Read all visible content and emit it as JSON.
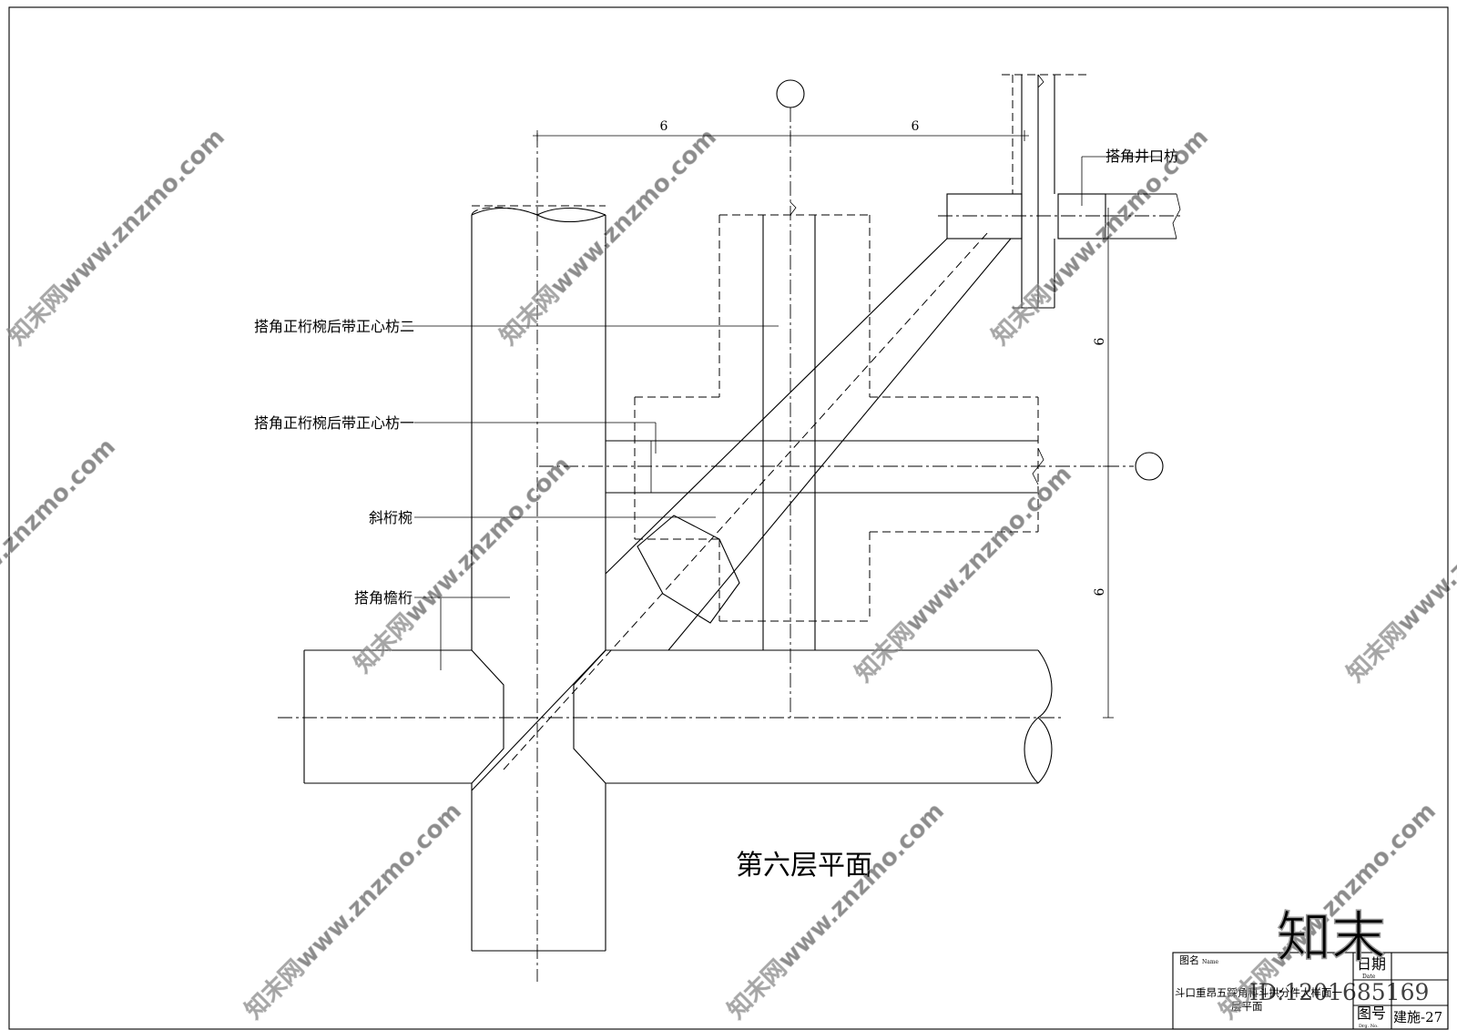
{
  "drawing": {
    "title": "第六层平面",
    "dimensions": {
      "top_left": "6",
      "top_right": "6",
      "right_upper": "6",
      "right_lower": "6"
    }
  },
  "labels": {
    "jiaoshen_fang": "搭角井口枋",
    "zheng_heng_er": "搭角正桁椀后带正心枋二",
    "zheng_heng_yi": "搭角正桁椀后带正心枋一",
    "xie_heng": "斜桁椀",
    "yan_heng": "搭角檐桁"
  },
  "title_block": {
    "name_label": "图名",
    "name_label_en": "Name",
    "drawing_name_line1": "斗口重昂五踩角科斗拱分件大样面一",
    "drawing_name_line2": "层平面",
    "date_label": "日期",
    "date_label_en": "Date",
    "drawing_no_label": "图号",
    "drawing_no_label_en": "Drg. No.",
    "drawing_no": "建施-27"
  },
  "watermark": {
    "site": "知末网www.znzmo.com",
    "brand": "知末",
    "id": "ID:1201685169"
  }
}
